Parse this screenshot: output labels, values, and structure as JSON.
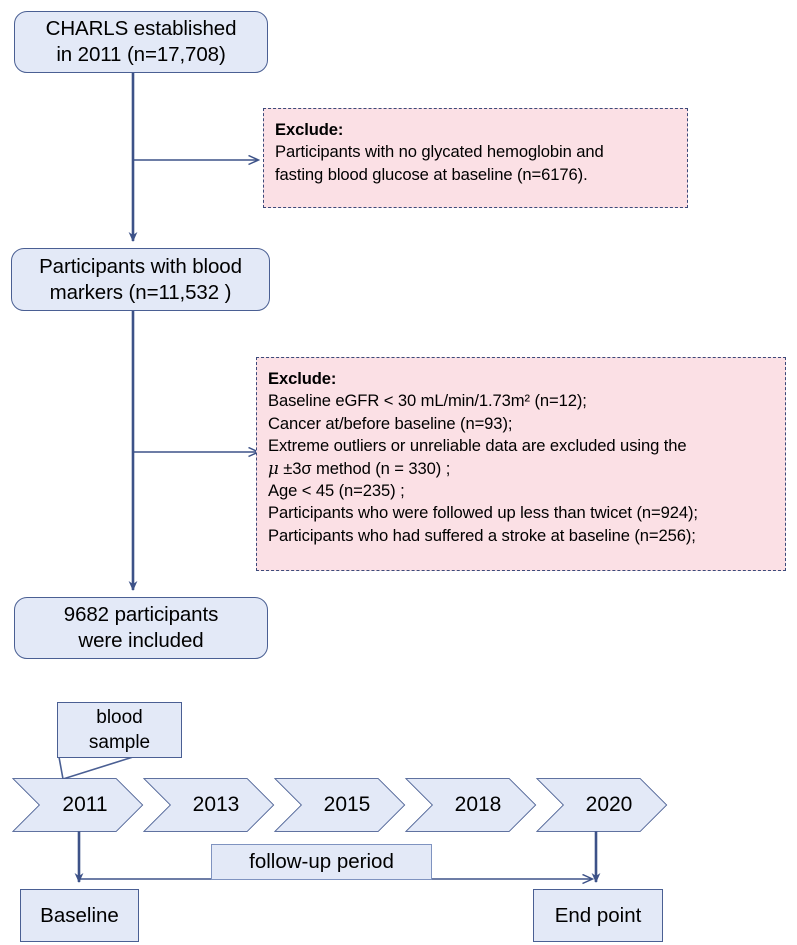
{
  "figure": {
    "type": "flowchart",
    "title": "CHARLS participant selection flow and follow-up timeline"
  },
  "flow_boxes": [
    {
      "id": "box-cohort",
      "line1": "CHARLS established",
      "line2": "in 2011  (n=17,708)"
    },
    {
      "id": "box-blood",
      "line1": "Participants with blood",
      "line2": "markers (n=11,532 )"
    },
    {
      "id": "box-included",
      "line1": "9682 participants",
      "line2": "were included"
    }
  ],
  "exclusions": [
    {
      "id": "exclude-1",
      "title": "Exclude:",
      "lines": [
        "Participants with no glycated hemoglobin and",
        "fasting blood glucose at baseline (n=6176)."
      ]
    },
    {
      "id": "exclude-2",
      "title": "Exclude:",
      "lines": [
        "Baseline eGFR < 30 mL/min/1.73m² (n=12);",
        "Cancer at/before baseline (n=93);",
        "Extreme outliers or unreliable data are excluded using the",
        "MU_PLACEHOLDER ±3σ method (n = 330) ;",
        "Age < 45 (n=235) ;",
        "Participants who were followed up less than twicet (n=924);",
        "Participants who had suffered a stroke at baseline (n=256);"
      ],
      "line_with_mu_index": 3,
      "mu_symbol": "μ",
      "mu_rest": " ±3σ method (n = 330) ;"
    }
  ],
  "timeline": {
    "waves": [
      "2011",
      "2013",
      "2015",
      "2018",
      "2020"
    ],
    "callout": {
      "line1": "blood",
      "line2": "sample"
    },
    "period_label": "follow-up period",
    "endpoints": [
      {
        "id": "baseline-box",
        "label": "Baseline"
      },
      {
        "id": "endpoint-box",
        "label": "End point"
      }
    ]
  },
  "colors": {
    "box_fill": "#e3e9f7",
    "box_stroke": "#4a5f93",
    "exclude_fill": "#fbe0e5",
    "exclude_stroke": "#3c4a7a",
    "arrow": "#3d5288",
    "background": "#ffffff"
  }
}
